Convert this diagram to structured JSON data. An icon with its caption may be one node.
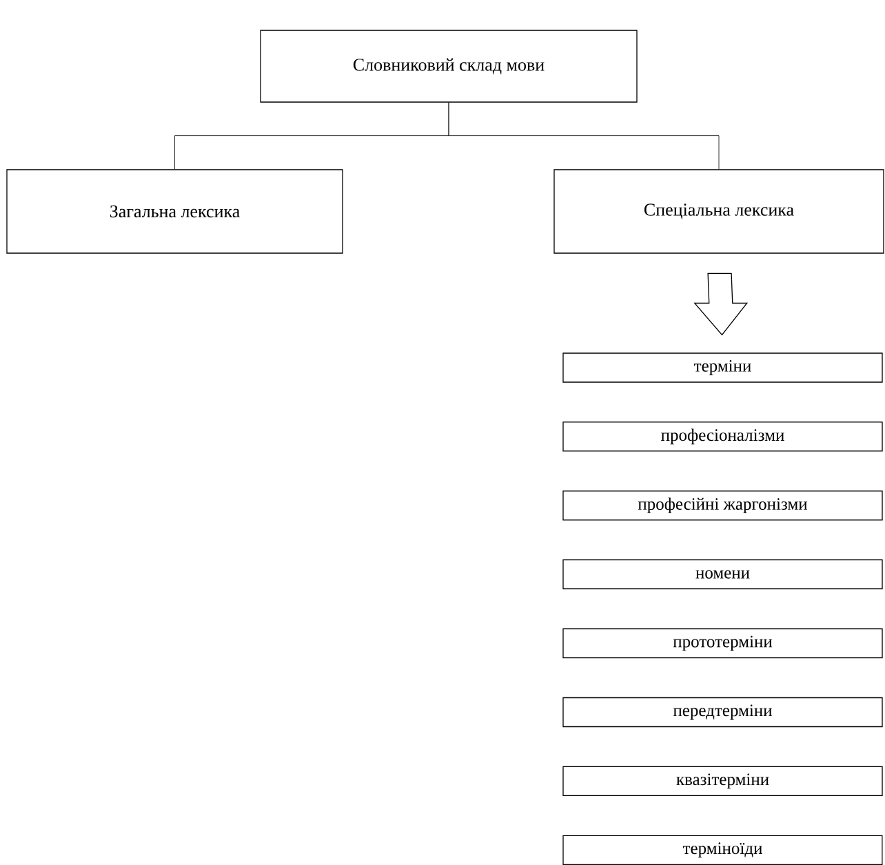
{
  "diagram": {
    "nodes": [
      {
        "text": [
          "Словниковий склад мови"
        ]
      },
      {
        "text": [
          "Загальна лексика"
        ]
      },
      {
        "text": [
          "Спеціальна лексика"
        ]
      },
      {
        "text": [
          "терміни"
        ]
      },
      {
        "text": [
          "професіоналізми"
        ]
      },
      {
        "text": [
          "професійні жаргонізми"
        ]
      },
      {
        "text": [
          "номени"
        ]
      },
      {
        "text": [
          "прототерміни"
        ]
      },
      {
        "text": [
          "передтерміни"
        ]
      },
      {
        "text": [
          "квазітерміни"
        ]
      },
      {
        "text": [
          "терміноїди"
        ]
      }
    ],
    "edges": [
      {
        "from": 0,
        "to": 1,
        "arrow": "none"
      },
      {
        "from": 0,
        "to": 2,
        "arrow": "none"
      },
      {
        "from": 2,
        "to": 3,
        "arrow": "to",
        "style": "thick"
      }
    ]
  }
}
